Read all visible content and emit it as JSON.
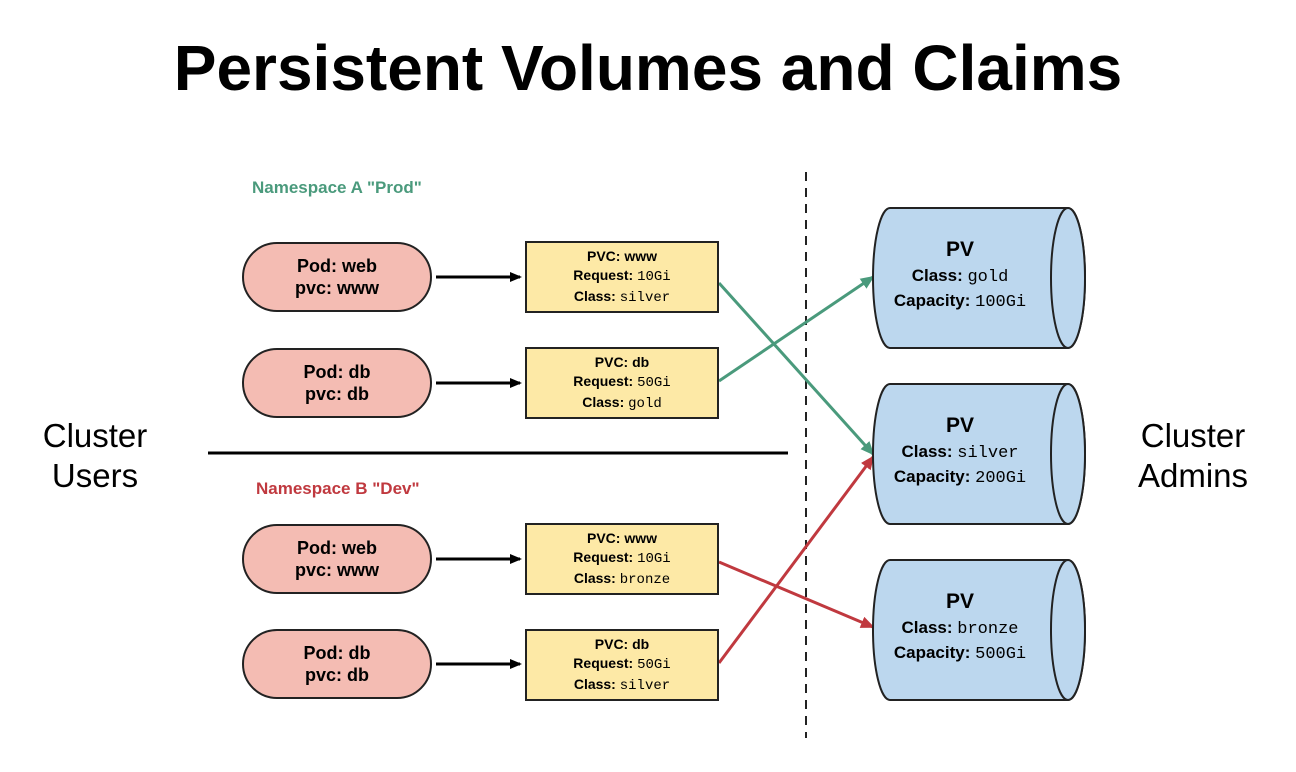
{
  "title": "Persistent Volumes and Claims",
  "side_labels": {
    "users_line1": "Cluster",
    "users_line2": "Users",
    "admins_line1": "Cluster",
    "admins_line2": "Admins"
  },
  "namespaces": {
    "a": {
      "label": "Namespace A \"Prod\"",
      "color": "#4a9a7c"
    },
    "b": {
      "label": "Namespace B \"Dev\"",
      "color": "#c0393f"
    }
  },
  "pods": [
    {
      "line1": "Pod: web",
      "line2": "pvc: www"
    },
    {
      "line1": "Pod: db",
      "line2": "pvc: db"
    },
    {
      "line1": "Pod: web",
      "line2": "pvc: www"
    },
    {
      "line1": "Pod: db",
      "line2": "pvc: db"
    }
  ],
  "pvcs": [
    {
      "pvc_label": "PVC:",
      "pvc_name": "www",
      "req_label": "Request:",
      "req_value": "10Gi",
      "class_label": "Class:",
      "class_value": "silver"
    },
    {
      "pvc_label": "PVC:",
      "pvc_name": "db",
      "req_label": "Request:",
      "req_value": "50Gi",
      "class_label": "Class:",
      "class_value": "gold"
    },
    {
      "pvc_label": "PVC:",
      "pvc_name": "www",
      "req_label": "Request:",
      "req_value": "10Gi",
      "class_label": "Class:",
      "class_value": "bronze"
    },
    {
      "pvc_label": "PVC:",
      "pvc_name": "db",
      "req_label": "Request:",
      "req_value": "50Gi",
      "class_label": "Class:",
      "class_value": "silver"
    }
  ],
  "pvs": [
    {
      "title": "PV",
      "class_label": "Class:",
      "class_value": "gold",
      "cap_label": "Capacity:",
      "cap_value": "100Gi"
    },
    {
      "title": "PV",
      "class_label": "Class:",
      "class_value": "silver",
      "cap_label": "Capacity:",
      "cap_value": "200Gi"
    },
    {
      "title": "PV",
      "class_label": "Class:",
      "class_value": "bronze",
      "cap_label": "Capacity:",
      "cap_value": "500Gi"
    }
  ],
  "colors": {
    "pod_fill": "#f4bcb3",
    "pvc_fill": "#fde9a6",
    "pv_fill": "#bcd7ee",
    "outline": "#222222"
  }
}
